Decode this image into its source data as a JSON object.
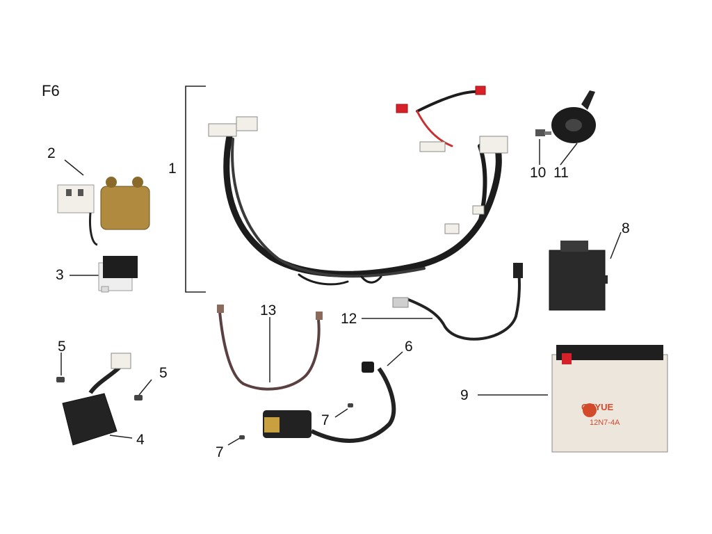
{
  "diagram": {
    "title": "F6",
    "callouts": [
      "1",
      "2",
      "3",
      "4",
      "5",
      "5",
      "6",
      "7",
      "7",
      "8",
      "9",
      "10",
      "11",
      "12",
      "13"
    ],
    "battery": {
      "brand": "GUYUE",
      "model": "12N7-4A"
    },
    "colors": {
      "background": "#ffffff",
      "wire": "#1c1c1c",
      "battery_case": "#ece6dc",
      "battery_red": "#d24a2a",
      "terminal_red": "#d6202a",
      "component_dark": "#2a2a2a",
      "component_light": "#f2efe8"
    },
    "parts": [
      {
        "name": "wiring-harness",
        "icon": "harness-icon"
      },
      {
        "name": "starter-relay",
        "icon": "relay-icon"
      },
      {
        "name": "flasher-relay",
        "icon": "flasher-icon"
      },
      {
        "name": "regulator-rectifier",
        "icon": "regulator-icon"
      },
      {
        "name": "screw",
        "icon": "screw-icon"
      },
      {
        "name": "ignition-coil",
        "icon": "coil-icon"
      },
      {
        "name": "cdi-unit",
        "icon": "cdi-icon"
      },
      {
        "name": "battery",
        "icon": "battery-icon"
      },
      {
        "name": "horn-bolt",
        "icon": "bolt-icon"
      },
      {
        "name": "horn",
        "icon": "horn-icon"
      },
      {
        "name": "brake-switch-wire",
        "icon": "switch-icon"
      },
      {
        "name": "battery-cable",
        "icon": "cable-icon"
      }
    ]
  }
}
